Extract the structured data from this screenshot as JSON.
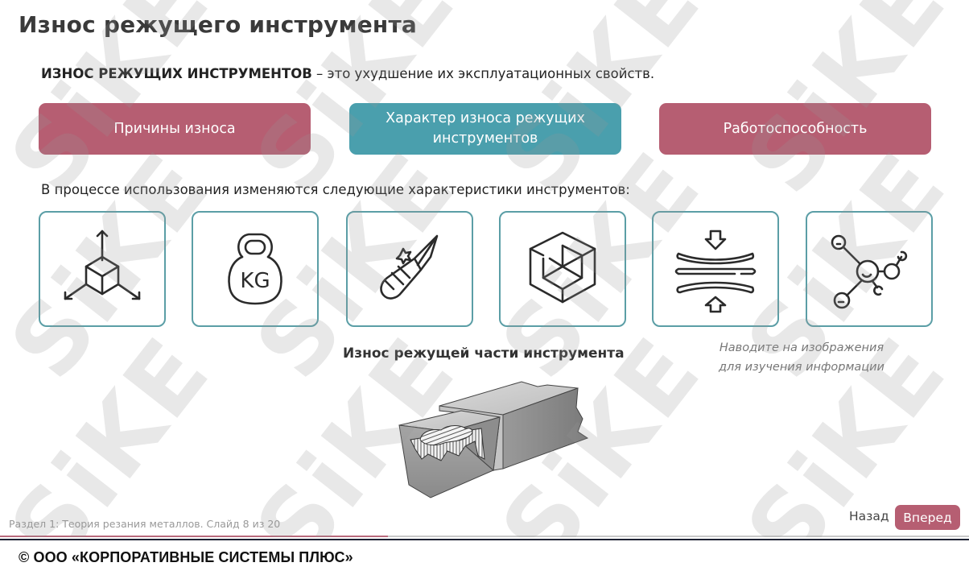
{
  "page": {
    "title": "Износ режущего инструмента",
    "definition": {
      "term": "ИЗНОС РЕЖУЩИХ ИНСТРУМЕНТОВ",
      "text": " – это ухудшение их эксплуатационных свойств."
    }
  },
  "tabs": [
    {
      "label": "Причины износа",
      "color": "#b65e72"
    },
    {
      "label": "Характер износа режущих инструментов",
      "color": "#4a9fad"
    },
    {
      "label": "Работоспособность",
      "color": "#b65e72"
    }
  ],
  "characteristics": {
    "intro": "В процессе использования изменяются следующие характеристики инструментов:",
    "icons": [
      {
        "name": "dimensions-cube-arrows-icon"
      },
      {
        "name": "kettlebell-weight-kg-icon",
        "glyph_text": "KG"
      },
      {
        "name": "knife-blade-sharpness-icon"
      },
      {
        "name": "hollow-cube-shape-icon"
      },
      {
        "name": "compression-layers-icon"
      },
      {
        "name": "molecule-structure-icon"
      }
    ],
    "hint": [
      "Наводите на изображения",
      "для изучения информации"
    ]
  },
  "figure": {
    "heading": "Износ режущей части инструмента",
    "image": "worn-cutting-tool-illustration"
  },
  "footer": {
    "slide_info": "Раздел 1: Теория резания металлов. Слайд 8 из 20",
    "current_slide": 8,
    "total_slides": 20,
    "progress_percent": 40,
    "back_label": "Назад",
    "next_label": "Вперед",
    "accent_color": "#b65e72"
  },
  "watermark": "SiKE",
  "copyright": "© ООО «КОРПОРАТИВНЫЕ СИСТЕМЫ ПЛЮС»"
}
